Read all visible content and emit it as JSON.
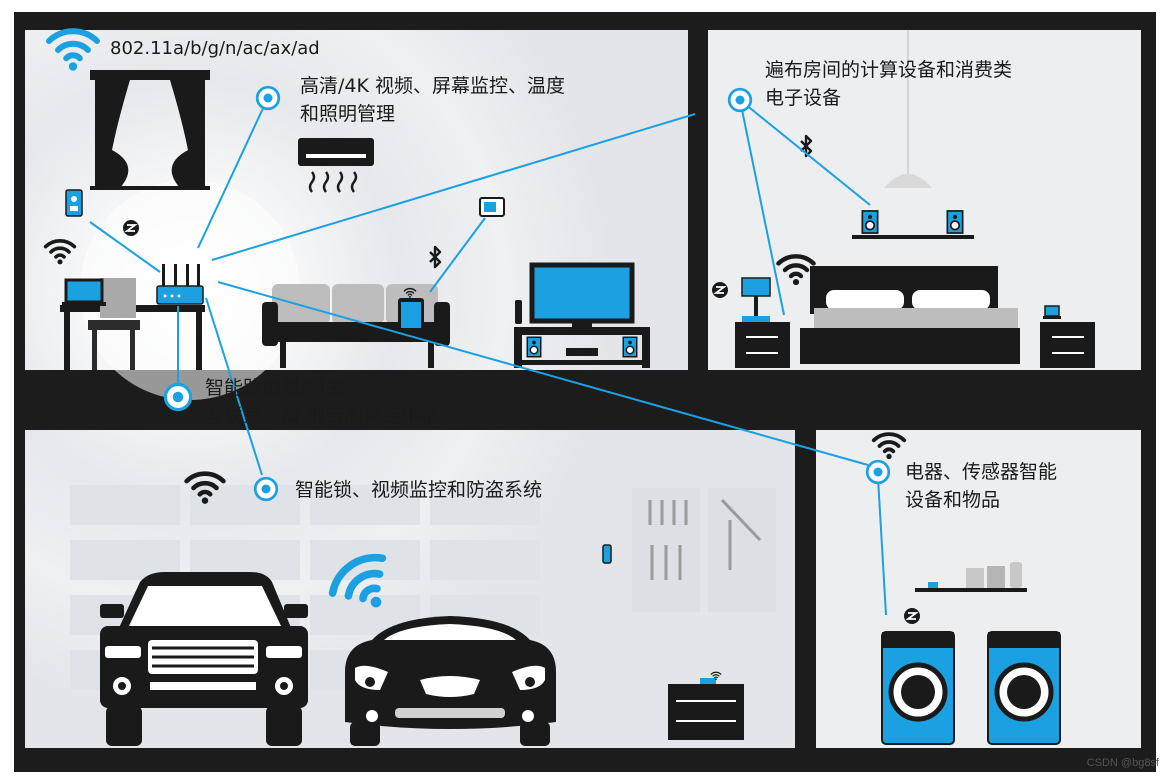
{
  "labels": {
    "wifi_standard": "802.11a/b/g/n/ac/ax/ad",
    "hd_line1": "高清/4K 视频、屏幕监控、温度",
    "hd_line2": "和照明管理",
    "computing_line1": "遍布房间的计算设备和消费类",
    "computing_line2": "电子设备",
    "router_line1": "智能路由器/网关",
    "router_line2": "互联家居/本地云的神经中枢",
    "lock": "智能锁、视频监控和防盗系统",
    "appliance_line1": "电器、传感器智能",
    "appliance_line2": "设备和物品"
  },
  "watermark": "CSDN @bg8sf",
  "colors": {
    "accent": "#1ba1e2",
    "frame": "#1c1c1c",
    "device_dark": "#1a1a1a",
    "wall": "#eeeff1",
    "sofa": "#bdbdbd"
  },
  "icons": [
    "wifi-icon",
    "bluetooth-icon",
    "zwave-icon",
    "router-icon",
    "curtain-icon",
    "air-conditioner-icon",
    "tv-icon",
    "speaker-icon",
    "bed-icon",
    "car-icon",
    "washer-icon",
    "tablet-icon",
    "thermostat-icon",
    "doorbell-icon",
    "laptop-icon",
    "lamp-icon"
  ]
}
